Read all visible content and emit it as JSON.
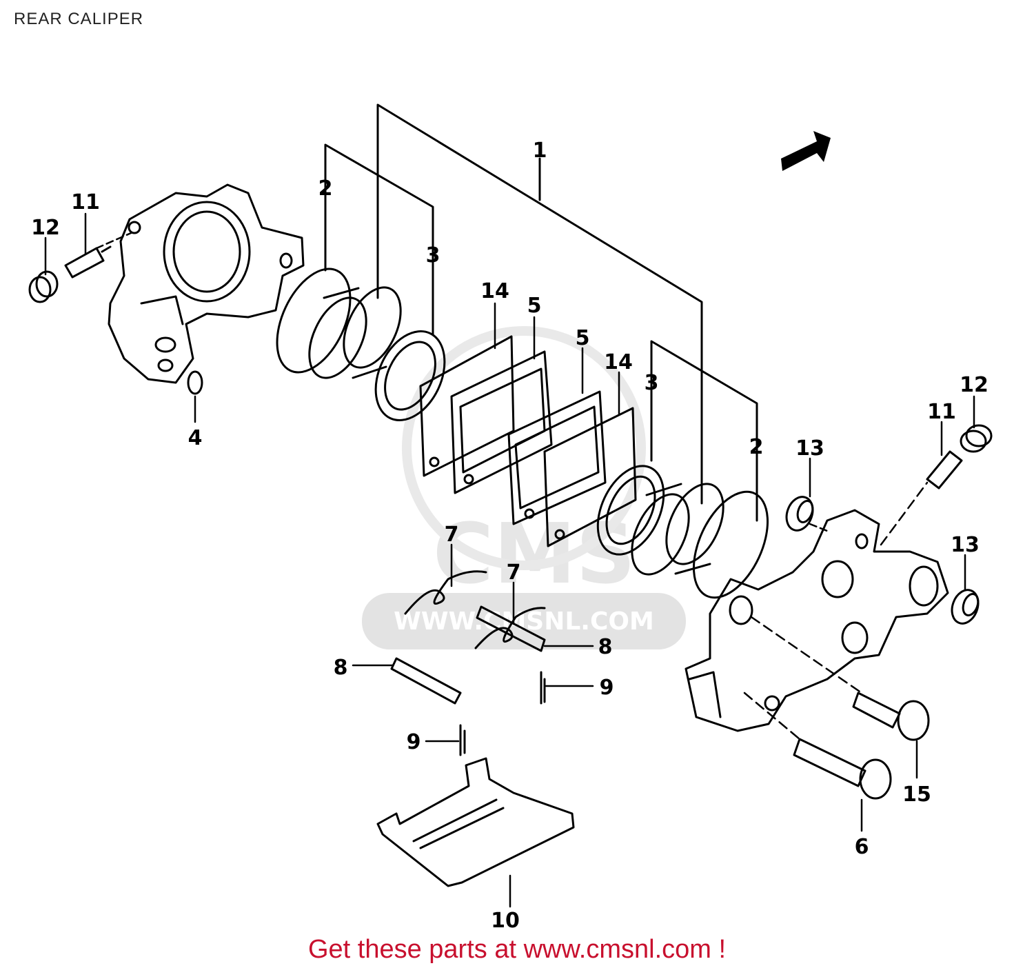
{
  "header": {
    "title": "REAR CALIPER"
  },
  "footer": {
    "text": "Get these parts at www.cmsnl.com !",
    "color": "#c8102e"
  },
  "watermark": {
    "brand": "CMS",
    "url": "WWW.CMSNL.COM"
  },
  "colors": {
    "line": "#000000",
    "watermark": "#d9d9d9"
  },
  "icons": {
    "front_arrow": "arrow-right-icon"
  },
  "callouts": [
    "1",
    "2",
    "3",
    "14",
    "5",
    "5",
    "14",
    "3",
    "2",
    "12",
    "11",
    "4",
    "7",
    "7",
    "8",
    "8",
    "9",
    "9",
    "10",
    "13",
    "13",
    "11",
    "12",
    "15",
    "6"
  ]
}
